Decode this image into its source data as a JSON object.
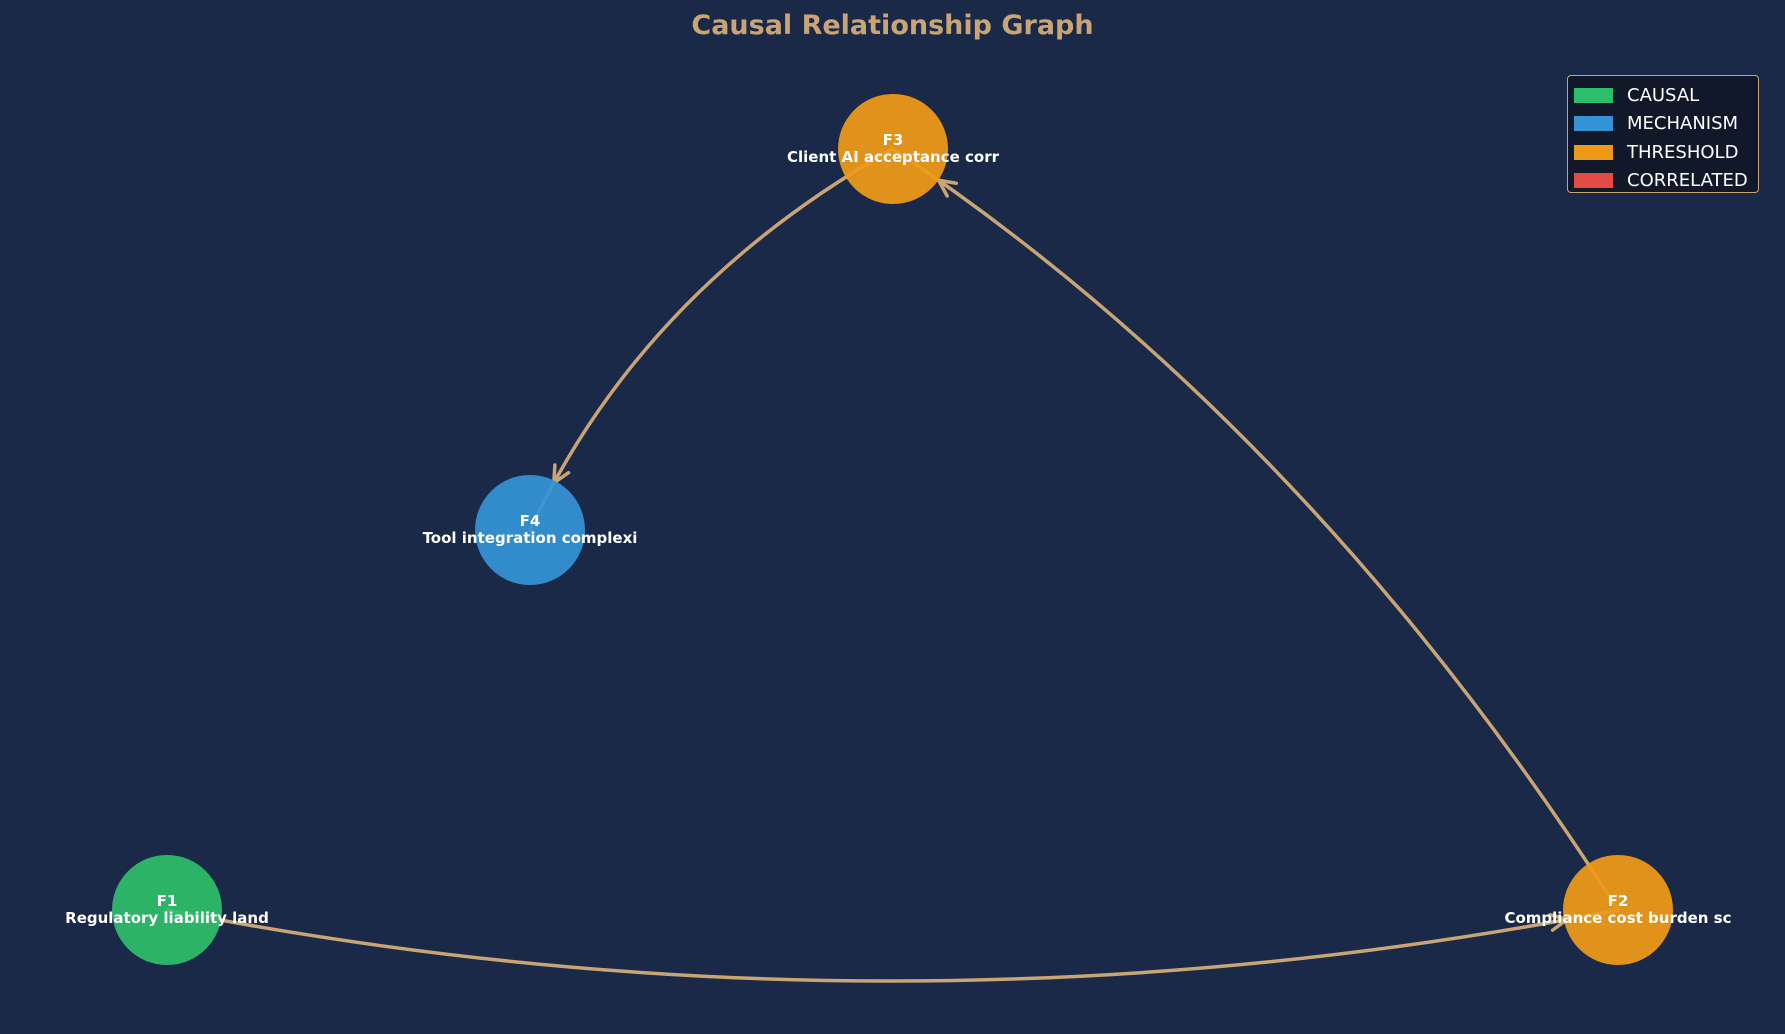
{
  "title": "Causal Relationship Graph",
  "colors": {
    "background": "#1b2949",
    "edge": "#c9a574",
    "title": "#c9a574",
    "legend_bg": "#111829"
  },
  "legend": [
    {
      "label": "CAUSAL",
      "color": "#2ebd6b"
    },
    {
      "label": "MECHANISM",
      "color": "#3493d6"
    },
    {
      "label": "THRESHOLD",
      "color": "#ef9a17"
    },
    {
      "label": "CORRELATED",
      "color": "#e34c43"
    }
  ],
  "nodes": [
    {
      "id": "F1",
      "label": "Regulatory liability land",
      "type": "CAUSAL",
      "color": "#2ebd6b"
    },
    {
      "id": "F2",
      "label": "Compliance cost burden sc",
      "type": "THRESHOLD",
      "color": "#ef9a17"
    },
    {
      "id": "F3",
      "label": "Client AI acceptance corr",
      "type": "THRESHOLD",
      "color": "#ef9a17"
    },
    {
      "id": "F4",
      "label": "Tool integration complexi",
      "type": "MECHANISM",
      "color": "#3493d6"
    }
  ],
  "edges": [
    {
      "from": "F1",
      "to": "F2"
    },
    {
      "from": "F2",
      "to": "F3"
    },
    {
      "from": "F3",
      "to": "F4"
    }
  ]
}
